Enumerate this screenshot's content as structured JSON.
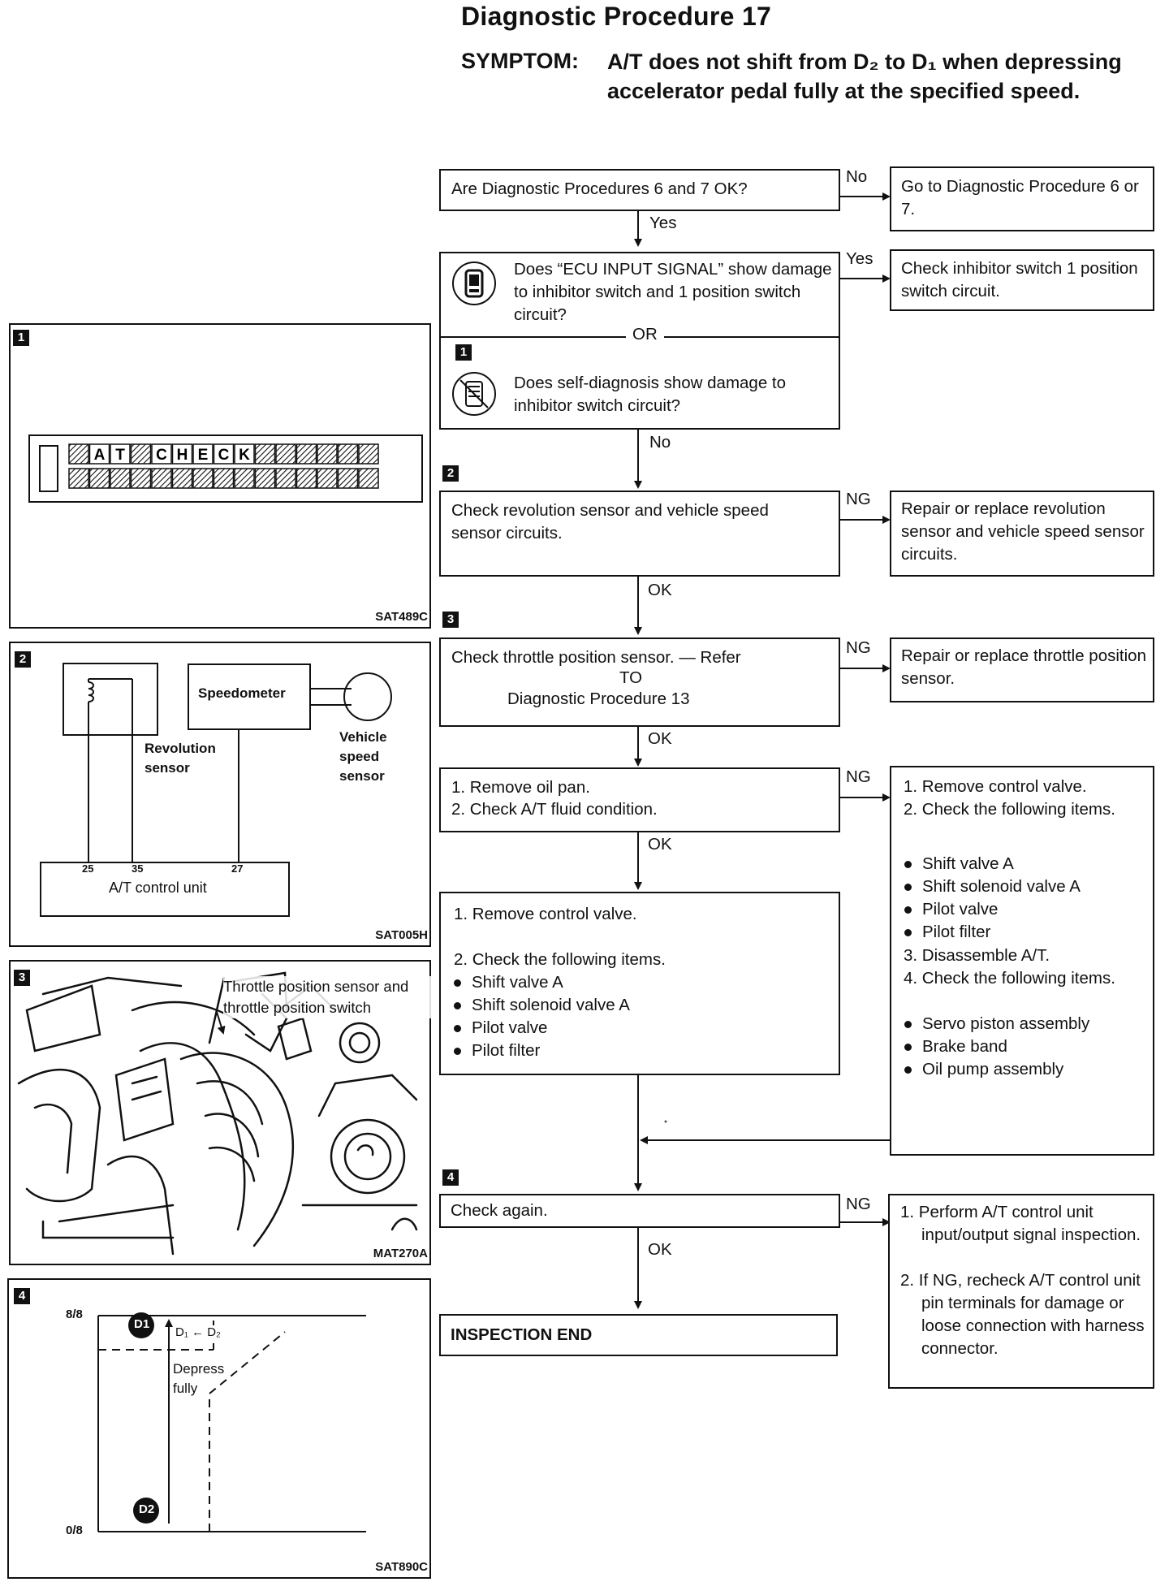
{
  "title": "Diagnostic Procedure 17",
  "symptom": {
    "label": "SYMPTOM:",
    "text": "A/T does not shift from D₂ to D₁ when depressing accelerator pedal fully at the specified speed."
  },
  "flow": {
    "q1": "Are Diagnostic Procedures 6 and 7 OK?",
    "q1_no_action": "Go to Diagnostic Procedure 6 or 7.",
    "q2a": "Does “ECU INPUT SIGNAL” show damage to inhibitor switch and 1 position switch circuit?",
    "or": "OR",
    "q2b": "Does self-diagnosis show damage to inhibitor switch circuit?",
    "q2_yes_action": "Check inhibitor switch 1 position switch circuit.",
    "step2": "Check revolution sensor and vehicle speed sensor circuits.",
    "step2_ng": "Repair or replace revolution sensor and vehicle speed sensor circuits.",
    "step3_line1": "Check throttle position sensor. — Refer",
    "step3_line2": "TO",
    "step3_line3": "Diagnostic Procedure 13",
    "step3_ng": "Repair or replace throttle position sensor.",
    "step5": [
      "1. Remove oil pan.",
      "2. Check A/T fluid condition."
    ],
    "step5_ng_steps": [
      "1. Remove control valve.",
      "2. Check the following items."
    ],
    "step5_ng_items1": [
      "Shift valve A",
      "Shift solenoid valve A",
      "Pilot valve",
      "Pilot filter"
    ],
    "step5_ng_steps2": [
      "3. Disassemble A/T.",
      "4. Check the following items."
    ],
    "step5_ng_items2": [
      "Servo piston assembly",
      "Brake band",
      "Oil pump assembly"
    ],
    "step6_steps": [
      "1. Remove control valve.",
      "2. Check the following items."
    ],
    "step6_items": [
      "Shift valve A",
      "Shift solenoid valve A",
      "Pilot valve",
      "Pilot filter"
    ],
    "step4": "Check again.",
    "step4_ng": [
      "1. Perform A/T control unit input/output signal inspection.",
      "2. If NG, recheck A/T control unit pin terminals for damage or loose connection with harness connector."
    ],
    "end": "INSPECTION END"
  },
  "labels": {
    "no": "No",
    "yes": "Yes",
    "ok": "OK",
    "ng": "NG"
  },
  "callouts": [
    "1",
    "2",
    "3",
    "4"
  ],
  "figures": {
    "fig1": {
      "code": "SAT489C",
      "display_chars": [
        "A",
        "T",
        "C",
        "H",
        "E",
        "C",
        "K"
      ]
    },
    "fig2": {
      "code": "SAT005H",
      "speedometer": "Speedometer",
      "revolution_sensor": "Revolution sensor",
      "vehicle_speed_sensor": "Vehicle speed sensor",
      "control_unit": "A/T control unit",
      "pins": [
        "25",
        "35",
        "27"
      ]
    },
    "fig3": {
      "code": "MAT270A",
      "label": "Throttle position sensor and throttle position switch"
    },
    "fig4": {
      "code": "SAT890C",
      "y_top": "8/8",
      "y_bottom": "0/8",
      "d1": "D1",
      "d2": "D2",
      "shift_label": "D₁ ← D₂",
      "depress": "Depress fully"
    }
  },
  "icons": [
    "consult-tool-icon",
    "self-diagnosis-icon"
  ]
}
